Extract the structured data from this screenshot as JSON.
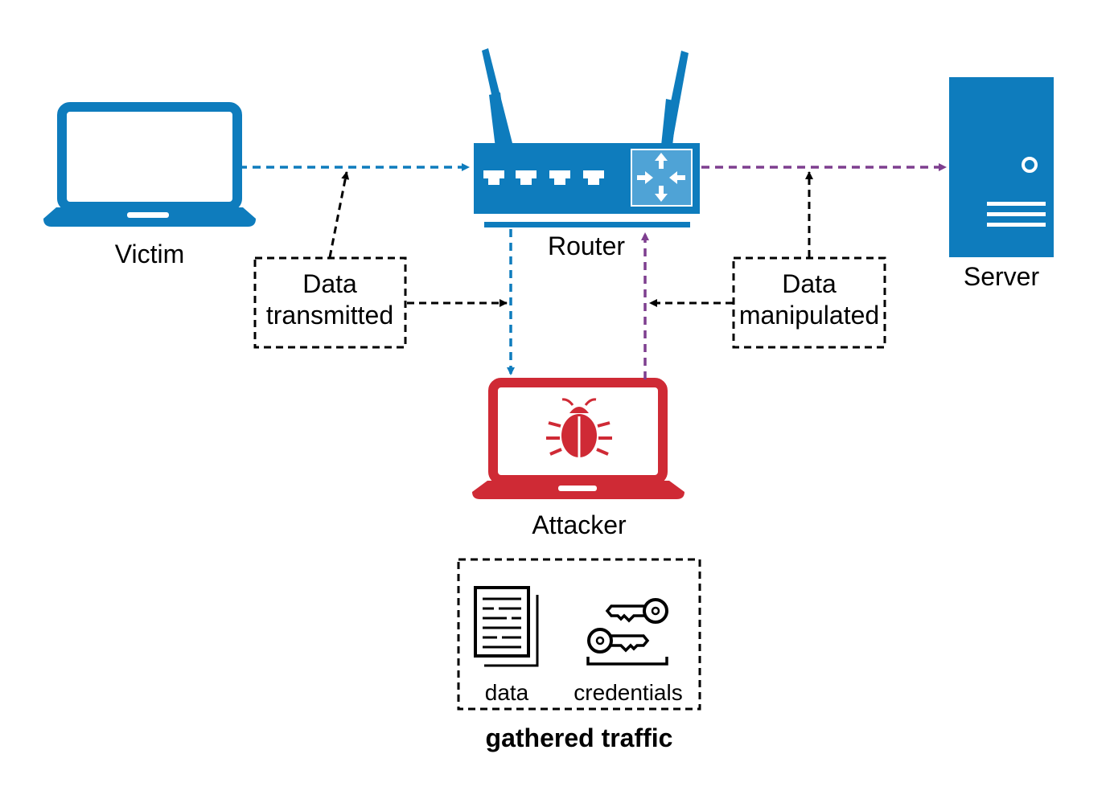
{
  "colors": {
    "blue": "#0E7CBD",
    "red": "#CF2A35",
    "purple": "#7E3F8F",
    "black": "#000000"
  },
  "nodes": {
    "victim": {
      "label": "Victim",
      "icon": "laptop-icon"
    },
    "router": {
      "label": "Router",
      "icon": "router-icon"
    },
    "server": {
      "label": "Server",
      "icon": "server-icon"
    },
    "attacker": {
      "label": "Attacker",
      "icon": "laptop-bug-icon"
    }
  },
  "callouts": {
    "transmitted": {
      "line1": "Data",
      "line2": "transmitted"
    },
    "manipulated": {
      "line1": "Data",
      "line2": "manipulated"
    }
  },
  "traffic": {
    "title": "gathered traffic",
    "data_label": "data",
    "credentials_label": "credentials"
  }
}
